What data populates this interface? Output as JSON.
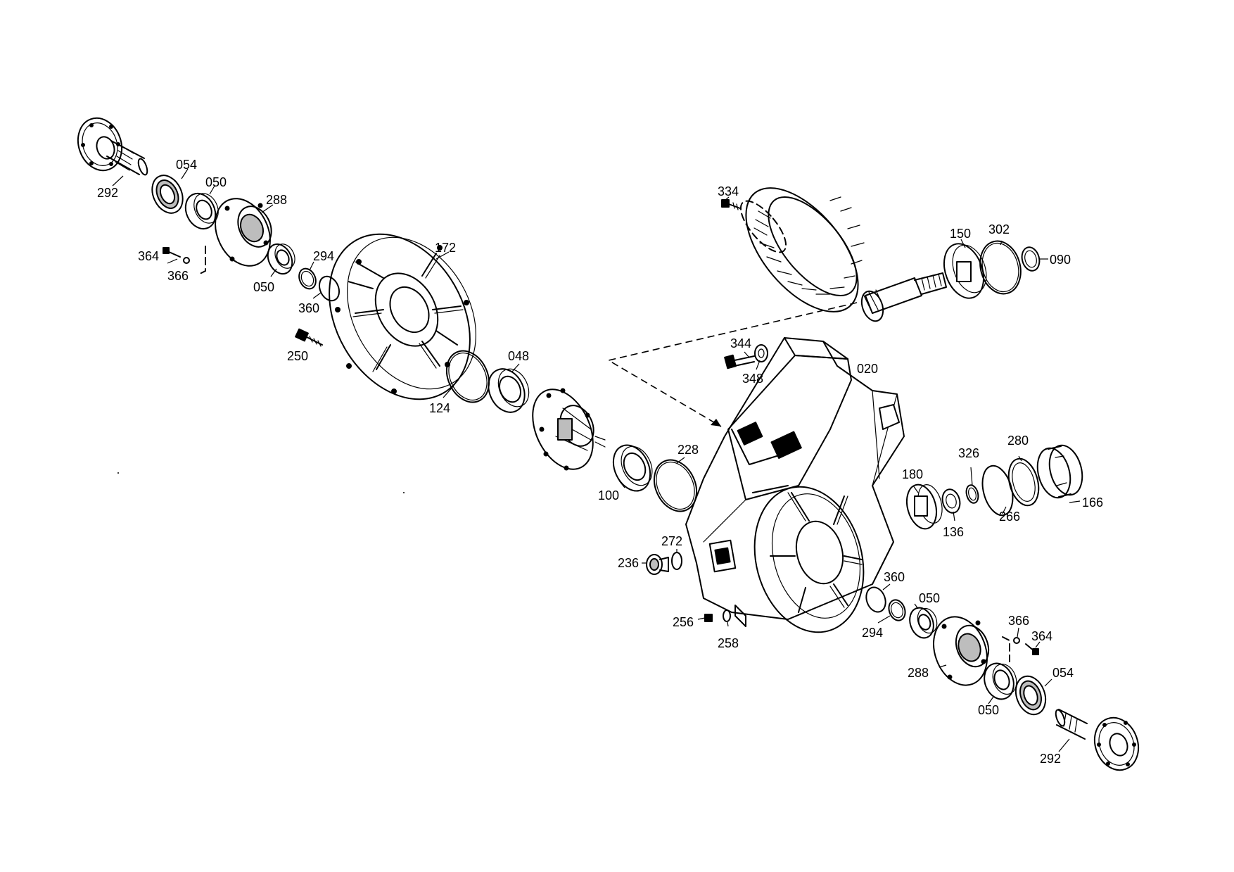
{
  "labels": [
    {
      "id": "l-292-left",
      "text": "292"
    },
    {
      "id": "l-054-left",
      "text": "054"
    },
    {
      "id": "l-050-left-a",
      "text": "050"
    },
    {
      "id": "l-288-left",
      "text": "288"
    },
    {
      "id": "l-364-left",
      "text": "364"
    },
    {
      "id": "l-366-left",
      "text": "366"
    },
    {
      "id": "l-050-left-b",
      "text": "050"
    },
    {
      "id": "l-294-left",
      "text": "294"
    },
    {
      "id": "l-360-left",
      "text": "360"
    },
    {
      "id": "l-172",
      "text": "172"
    },
    {
      "id": "l-250",
      "text": "250"
    },
    {
      "id": "l-124",
      "text": "124"
    },
    {
      "id": "l-048",
      "text": "048"
    },
    {
      "id": "l-228",
      "text": "228"
    },
    {
      "id": "l-100",
      "text": "100"
    },
    {
      "id": "l-334",
      "text": "334"
    },
    {
      "id": "l-150",
      "text": "150"
    },
    {
      "id": "l-302",
      "text": "302"
    },
    {
      "id": "l-090",
      "text": "090"
    },
    {
      "id": "l-344",
      "text": "344"
    },
    {
      "id": "l-348",
      "text": "348"
    },
    {
      "id": "l-020",
      "text": "020"
    },
    {
      "id": "l-326",
      "text": "326"
    },
    {
      "id": "l-280",
      "text": "280"
    },
    {
      "id": "l-180",
      "text": "180"
    },
    {
      "id": "l-166",
      "text": "166"
    },
    {
      "id": "l-266",
      "text": "266"
    },
    {
      "id": "l-136",
      "text": "136"
    },
    {
      "id": "l-272",
      "text": "272"
    },
    {
      "id": "l-236",
      "text": "236"
    },
    {
      "id": "l-360-right",
      "text": "360"
    },
    {
      "id": "l-050-right-a",
      "text": "050"
    },
    {
      "id": "l-294-right",
      "text": "294"
    },
    {
      "id": "l-256",
      "text": "256"
    },
    {
      "id": "l-258",
      "text": "258"
    },
    {
      "id": "l-366-right",
      "text": "366"
    },
    {
      "id": "l-364-right",
      "text": "364"
    },
    {
      "id": "l-288-right",
      "text": "288"
    },
    {
      "id": "l-054-right",
      "text": "054"
    },
    {
      "id": "l-050-right-b",
      "text": "050"
    },
    {
      "id": "l-292-right",
      "text": "292"
    }
  ]
}
